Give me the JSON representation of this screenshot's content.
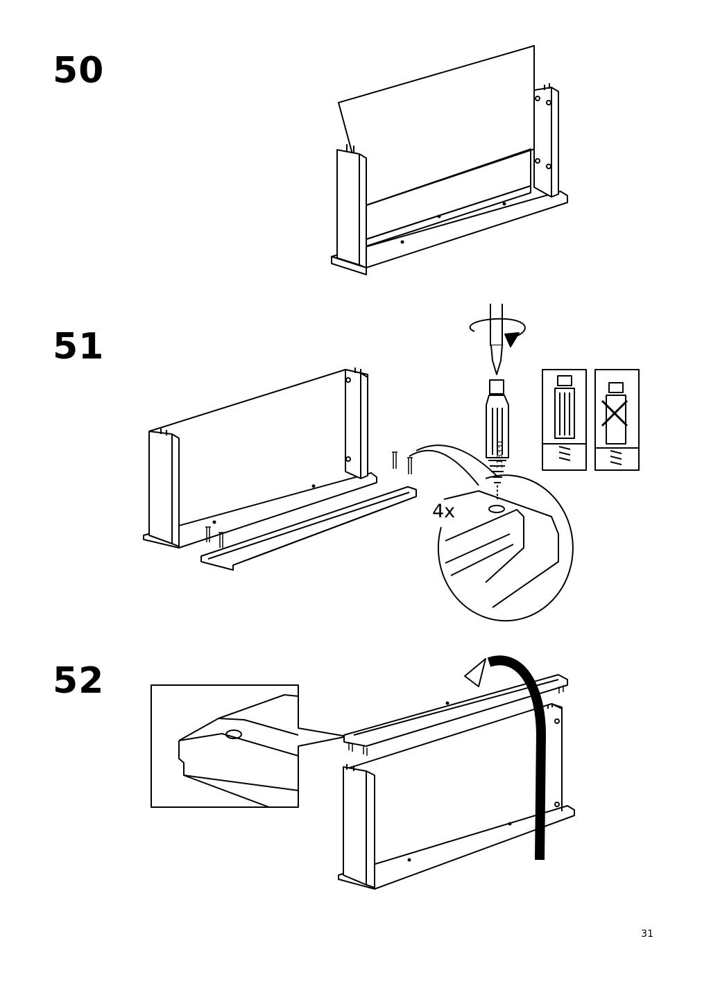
{
  "steps": [
    {
      "number": "50"
    },
    {
      "number": "51",
      "quantity_label": "4x",
      "part_number": "118331"
    },
    {
      "number": "52"
    }
  ],
  "icons": {
    "step51_tool": "screwdriver-rotate-icon",
    "step51_correct": "dowel-correct-icon",
    "step51_incorrect": "dowel-incorrect-icon",
    "step52_flip": "flip-arrow-icon"
  },
  "colors": {
    "line": "#000000",
    "background": "#ffffff"
  },
  "page_number": "31"
}
